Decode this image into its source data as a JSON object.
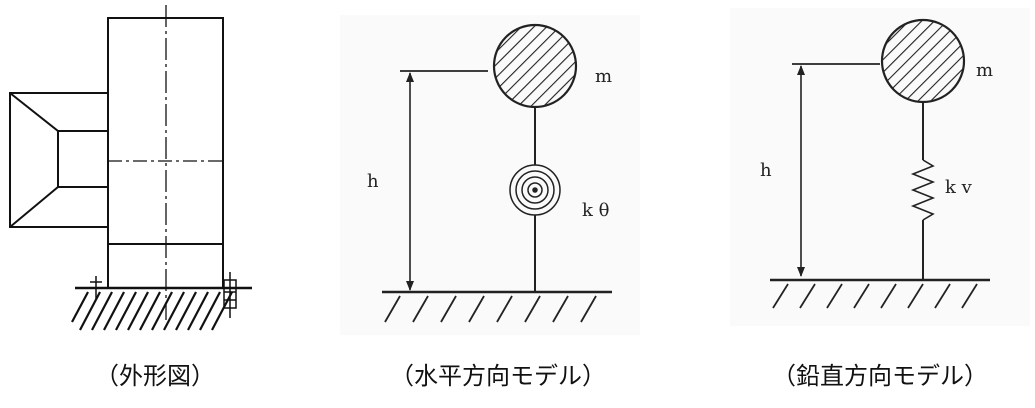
{
  "figures": [
    {
      "caption": "（外形図）"
    },
    {
      "caption": "（水平方向モデル）",
      "mass_label": "m",
      "height_label": "h",
      "spring_label": "k θ"
    },
    {
      "caption": "（鉛直方向モデル）",
      "mass_label": "m",
      "height_label": "h",
      "spring_label": "k v"
    }
  ],
  "colors": {
    "line": "#111111",
    "panel_bg": "#fafafa"
  }
}
